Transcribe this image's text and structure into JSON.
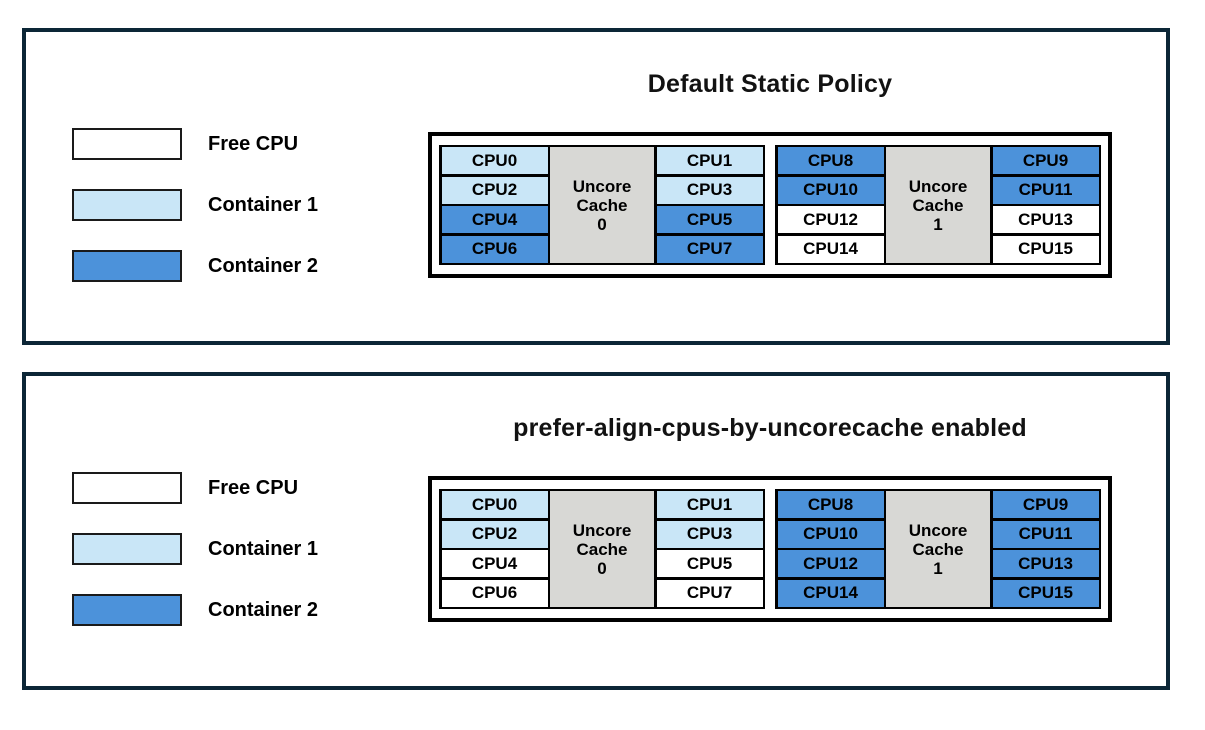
{
  "colors": {
    "free": "#ffffff",
    "container1": "#c9e6f7",
    "container2": "#4c92da",
    "uncore": "#d8d8d5",
    "panel_border": "#0c2636",
    "cell_border": "#000000"
  },
  "legend": {
    "items": [
      {
        "label": "Free CPU",
        "state": "free"
      },
      {
        "label": "Container 1",
        "state": "container1"
      },
      {
        "label": "Container 2",
        "state": "container2"
      }
    ]
  },
  "panels": [
    {
      "title": "Default Static Policy",
      "groups": [
        {
          "cache_lines": [
            "Uncore",
            "Cache",
            "0"
          ],
          "left": [
            {
              "label": "CPU0",
              "state": "container1"
            },
            {
              "label": "CPU2",
              "state": "container1"
            },
            {
              "label": "CPU4",
              "state": "container2"
            },
            {
              "label": "CPU6",
              "state": "container2"
            }
          ],
          "right": [
            {
              "label": "CPU1",
              "state": "container1"
            },
            {
              "label": "CPU3",
              "state": "container1"
            },
            {
              "label": "CPU5",
              "state": "container2"
            },
            {
              "label": "CPU7",
              "state": "container2"
            }
          ]
        },
        {
          "cache_lines": [
            "Uncore",
            "Cache",
            "1"
          ],
          "left": [
            {
              "label": "CPU8",
              "state": "container2"
            },
            {
              "label": "CPU10",
              "state": "container2"
            },
            {
              "label": "CPU12",
              "state": "free"
            },
            {
              "label": "CPU14",
              "state": "free"
            }
          ],
          "right": [
            {
              "label": "CPU9",
              "state": "container2"
            },
            {
              "label": "CPU11",
              "state": "container2"
            },
            {
              "label": "CPU13",
              "state": "free"
            },
            {
              "label": "CPU15",
              "state": "free"
            }
          ]
        }
      ]
    },
    {
      "title": "prefer-align-cpus-by-uncorecache enabled",
      "groups": [
        {
          "cache_lines": [
            "Uncore",
            "Cache",
            "0"
          ],
          "left": [
            {
              "label": "CPU0",
              "state": "container1"
            },
            {
              "label": "CPU2",
              "state": "container1"
            },
            {
              "label": "CPU4",
              "state": "free"
            },
            {
              "label": "CPU6",
              "state": "free"
            }
          ],
          "right": [
            {
              "label": "CPU1",
              "state": "container1"
            },
            {
              "label": "CPU3",
              "state": "container1"
            },
            {
              "label": "CPU5",
              "state": "free"
            },
            {
              "label": "CPU7",
              "state": "free"
            }
          ]
        },
        {
          "cache_lines": [
            "Uncore",
            "Cache",
            "1"
          ],
          "left": [
            {
              "label": "CPU8",
              "state": "container2"
            },
            {
              "label": "CPU10",
              "state": "container2"
            },
            {
              "label": "CPU12",
              "state": "container2"
            },
            {
              "label": "CPU14",
              "state": "container2"
            }
          ],
          "right": [
            {
              "label": "CPU9",
              "state": "container2"
            },
            {
              "label": "CPU11",
              "state": "container2"
            },
            {
              "label": "CPU13",
              "state": "container2"
            },
            {
              "label": "CPU15",
              "state": "container2"
            }
          ]
        }
      ]
    }
  ]
}
